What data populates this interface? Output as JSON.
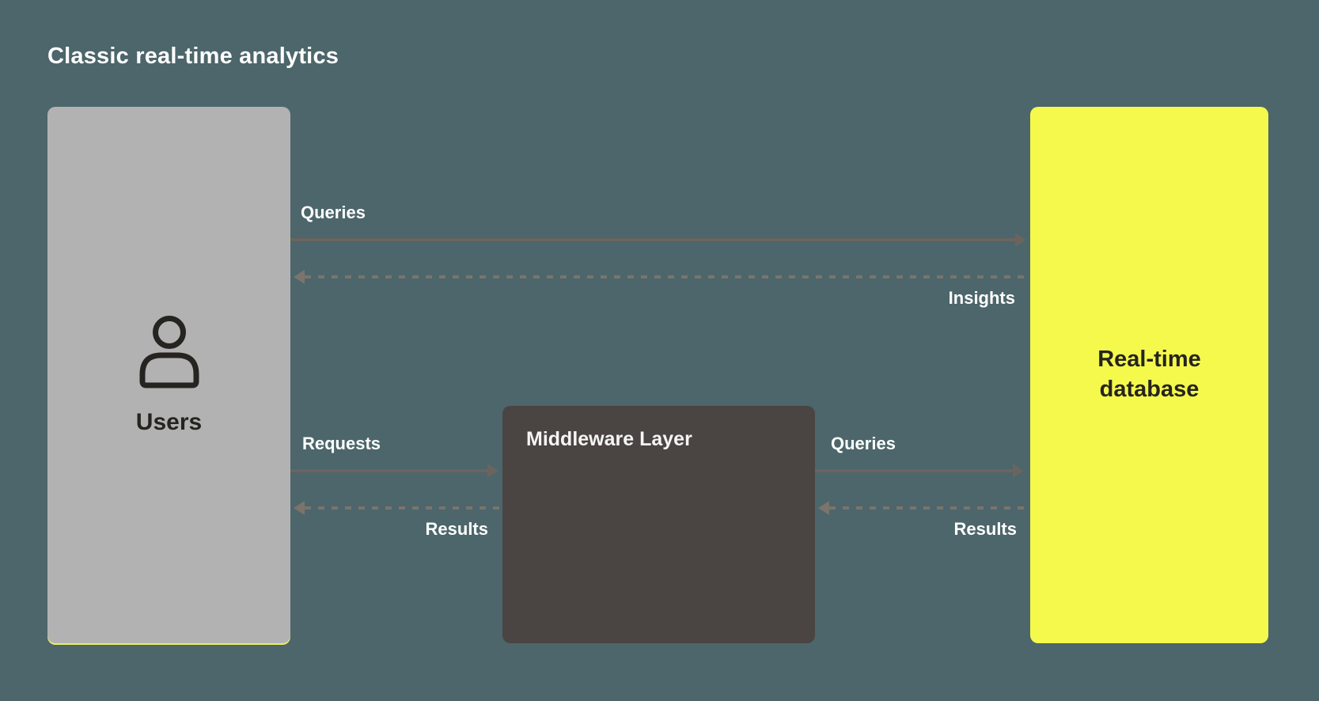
{
  "title": "Classic real-time analytics",
  "colors": {
    "background": "#4C666B",
    "users_box": "#B2B2B2",
    "users_box_accent": "#E9F163",
    "middleware_box": "#4A4542",
    "database_box": "#F4F94C",
    "solid_arrow": "#6B645E",
    "dashed_arrow": "#7A746D",
    "light_text": "#FFFFFF",
    "dark_text": "#26241F"
  },
  "nodes": {
    "users": {
      "label": "Users",
      "icon": "person-icon"
    },
    "middleware": {
      "label": "Middleware Layer"
    },
    "database": {
      "label": "Real-time\ndatabase"
    }
  },
  "arrows": {
    "queries_top": {
      "label": "Queries",
      "style": "solid",
      "direction": "right"
    },
    "insights": {
      "label": "Insights",
      "style": "dashed",
      "direction": "left"
    },
    "requests": {
      "label": "Requests",
      "style": "solid",
      "direction": "right"
    },
    "results_left": {
      "label": "Results",
      "style": "dashed",
      "direction": "left"
    },
    "queries_right": {
      "label": "Queries",
      "style": "solid",
      "direction": "right"
    },
    "results_right": {
      "label": "Results",
      "style": "dashed",
      "direction": "left"
    }
  }
}
